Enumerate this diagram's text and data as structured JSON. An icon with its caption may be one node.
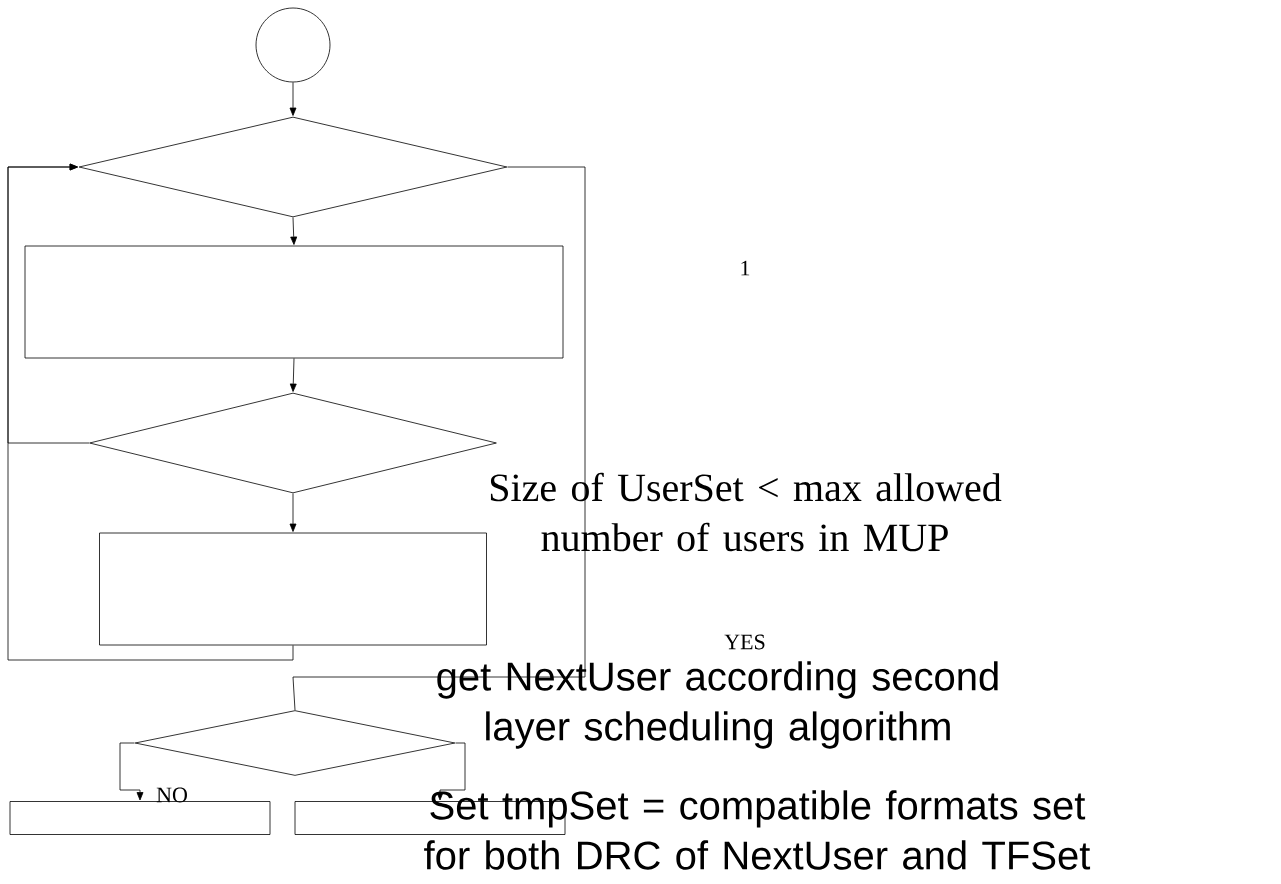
{
  "diagram": {
    "nodes": [
      {
        "text": [],
        "shape": "circle"
      },
      {
        "text": [],
        "shape": "diamond"
      },
      {
        "text": [],
        "shape": "box"
      },
      {
        "text": [],
        "shape": "diamond"
      },
      {
        "text": [],
        "shape": "box"
      },
      {
        "text": [],
        "shape": "diamond"
      },
      {
        "text": [],
        "shape": "box"
      },
      {
        "text": [],
        "shape": "box"
      }
    ],
    "edges": [
      {
        "from": 0,
        "to": 1,
        "arrow": "to"
      },
      {
        "from": 1,
        "to": 2,
        "arrow": "to"
      },
      {
        "from": 2,
        "to": 3,
        "arrow": "to"
      },
      {
        "from": 3,
        "to": 4,
        "arrow": "to"
      },
      {
        "from": 4,
        "to": 1,
        "arrow": "to"
      },
      {
        "from": 3,
        "to": 1,
        "arrow": "to"
      },
      {
        "from": 1,
        "to": 5,
        "arrow": "none"
      },
      {
        "from": 5,
        "to": 6,
        "arrow": "to"
      },
      {
        "from": 5,
        "to": 7,
        "arrow": "to"
      }
    ],
    "labels": [
      "1",
      "Size of UserSet < max allowed number of users in MUP",
      "YES",
      "get NextUser according second layer scheduling algorithm",
      "NO",
      "Set tmpSet = compatible formats set for both DRC of NextUser and TFSet"
    ]
  }
}
